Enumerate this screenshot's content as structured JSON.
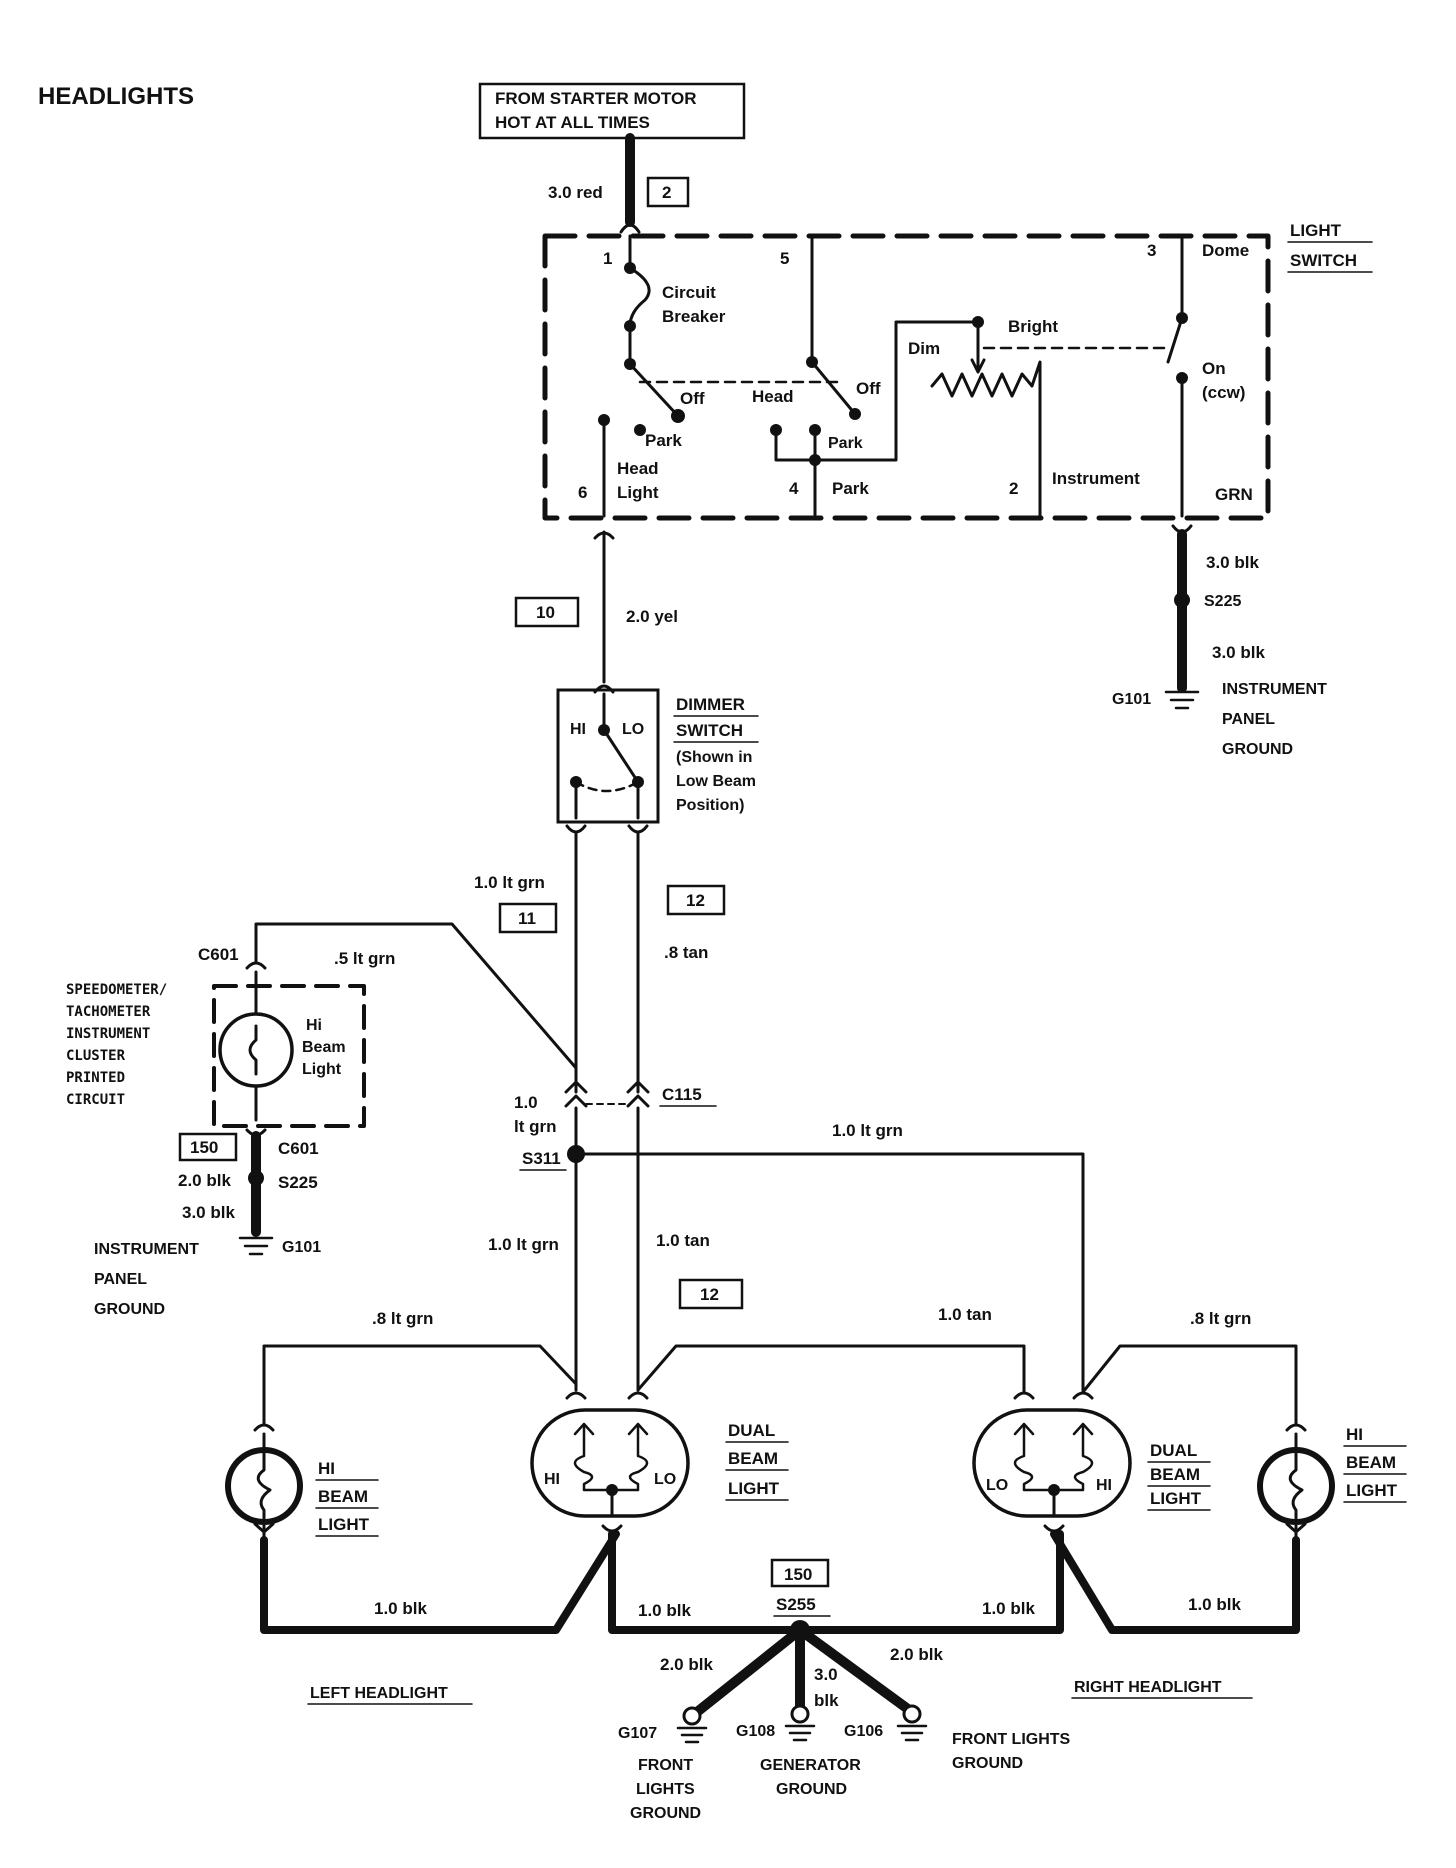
{
  "title": "HEADLIGHTS",
  "source": {
    "line1": "FROM STARTER MOTOR",
    "line2": "HOT AT ALL TIMES"
  },
  "light_switch": {
    "name1": "LIGHT",
    "name2": "SWITCH",
    "circuit_breaker1": "Circuit",
    "circuit_breaker2": "Breaker",
    "off": "Off",
    "park": "Park",
    "head": "Head",
    "head_light1": "Head",
    "head_light2": "Light",
    "dim": "Dim",
    "bright": "Bright",
    "instrument": "Instrument",
    "dome": "Dome",
    "on": "On",
    "ccw": "(ccw)",
    "grn": "GRN",
    "pin1": "1",
    "pin5": "5",
    "pin3": "3",
    "pin6": "6",
    "pin4": "4",
    "pin2": "2"
  },
  "dimmer": {
    "name1": "DIMMER",
    "name2": "SWITCH",
    "note1": "(Shown in",
    "note2": "Low Beam",
    "note3": "Position)",
    "hi": "HI",
    "lo": "LO"
  },
  "cluster": {
    "l1": "SPEEDOMETER/",
    "l2": "TACHOMETER",
    "l3": "INSTRUMENT",
    "l4": "CLUSTER",
    "l5": "PRINTED",
    "l6": "CIRCUIT",
    "lamp1": "Hi",
    "lamp2": "Beam",
    "lamp3": "Light"
  },
  "wires": {
    "red30": "3.0 red",
    "yel20": "2.0 yel",
    "blk30_a": "3.0 blk",
    "blk30_b": "3.0 blk",
    "ltgrn10_top": "1.0 lt grn",
    "tan08": ".8 tan",
    "ltgrn05": ".5 lt grn",
    "ltgrn10_c1": "1.0",
    "ltgrn10_c2": "lt grn",
    "ltgrn10_right": "1.0 lt grn",
    "ltgrn10_mid": "1.0 lt grn",
    "tan10_mid": "1.0 tan",
    "blk20_cl": "2.0 blk",
    "blk30_cl": "3.0 blk",
    "ltgrn08_left": ".8 lt grn",
    "tan10_right": "1.0 tan",
    "ltgrn08_right": ".8 lt grn",
    "blk10_a": "1.0 blk",
    "blk10_b": "1.0 blk",
    "blk10_c": "1.0 blk",
    "blk10_d": "1.0 blk",
    "blk20_g107": "2.0 blk",
    "blk30_g108a": "3.0",
    "blk30_g108b": "blk",
    "blk20_g106": "2.0 blk"
  },
  "circuits": {
    "c2": "2",
    "c10": "10",
    "c11": "11",
    "c12a": "12",
    "c12b": "12",
    "c150a": "150",
    "c150b": "150"
  },
  "connectors": {
    "c601a": "C601",
    "c601b": "C601",
    "c115": "C115",
    "s311": "S311",
    "s225a": "S225",
    "s225b": "S225",
    "s255": "S255"
  },
  "grounds": {
    "g101a": "G101",
    "g101a_l1": "INSTRUMENT",
    "g101a_l2": "PANEL",
    "g101a_l3": "GROUND",
    "g101b": "G101",
    "g101b_l1": "INSTRUMENT",
    "g101b_l2": "PANEL",
    "g101b_l3": "GROUND",
    "g107": "G107",
    "g107_l1": "FRONT",
    "g107_l2": "LIGHTS",
    "g107_l3": "GROUND",
    "g108": "G108",
    "g108_l1": "GENERATOR",
    "g108_l2": "GROUND",
    "g106": "G106",
    "g106_l1": "FRONT LIGHTS",
    "g106_l2": "GROUND"
  },
  "lamps": {
    "hi_beam_l1": "HI",
    "hi_beam_l2": "BEAM",
    "hi_beam_l3": "LIGHT",
    "dual_l1": "DUAL",
    "dual_l2": "BEAM",
    "dual_l3": "LIGHT",
    "dual_r1": "DUAL",
    "dual_r2": "BEAM",
    "dual_r3": "LIGHT",
    "hi_beam_r1": "HI",
    "hi_beam_r2": "BEAM",
    "hi_beam_r3": "LIGHT",
    "hi": "HI",
    "lo": "LO"
  },
  "sides": {
    "left": "LEFT HEADLIGHT",
    "right": "RIGHT HEADLIGHT"
  }
}
